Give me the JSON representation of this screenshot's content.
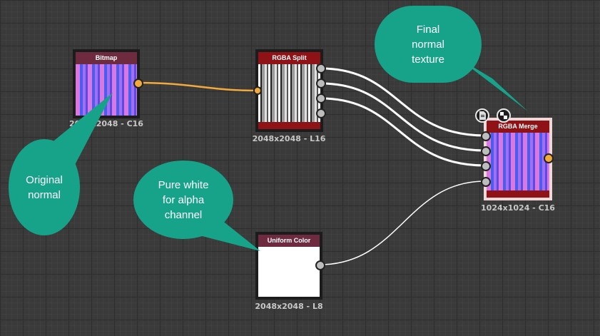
{
  "nodes": {
    "bitmap": {
      "title": "Bitmap",
      "resolution": "2048x2048 - C16"
    },
    "rgba_split": {
      "title": "RGBA Split",
      "resolution": "2048x2048 - L16"
    },
    "rgba_merge": {
      "title": "RGBA Merge",
      "resolution": "1024x1024 - C16"
    },
    "uniform_color": {
      "title": "Uniform Color",
      "resolution": "2048x2048 - L8"
    }
  },
  "callouts": {
    "original": "Original normal",
    "final": "Final normal texture",
    "white": "Pure white for alpha channel"
  },
  "colors": {
    "bubble": "#16a389",
    "wire_color": "#f2aa3c",
    "wire_gray": "#ffffff",
    "node_header_bitmap": "#6e2a3e",
    "node_header_split": "#8e1216"
  }
}
